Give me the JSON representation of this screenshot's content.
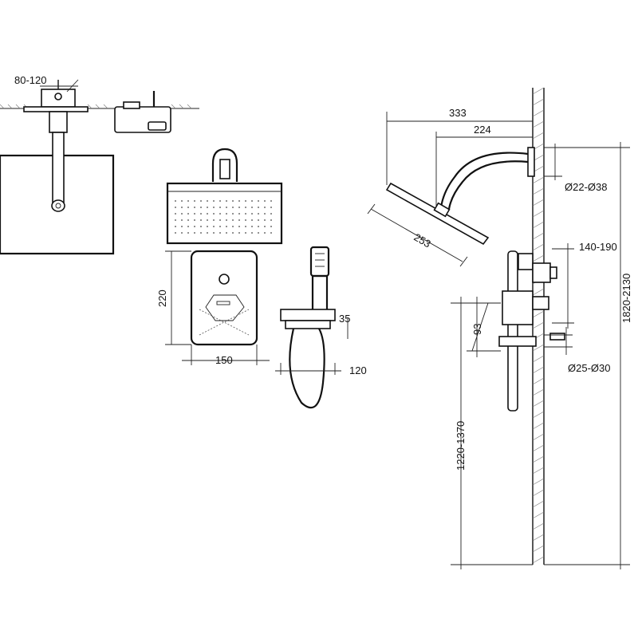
{
  "dimensions": {
    "wall_depth": "80-120",
    "panel_height": "220",
    "panel_width": "150",
    "handshower_offset_a": "35",
    "handshower_offset_b": "120",
    "arm_projection_total": "333",
    "arm_projection_inner": "224",
    "arm_pipe_diameter": "Ø22-Ø38",
    "head_diameter": "253",
    "valve_offset": "140-190",
    "valve_height": "93",
    "valve_pipe_diameter": "Ø25-Ø30",
    "head_height": "1820-2130",
    "valve_install_height": "1220-1370"
  }
}
